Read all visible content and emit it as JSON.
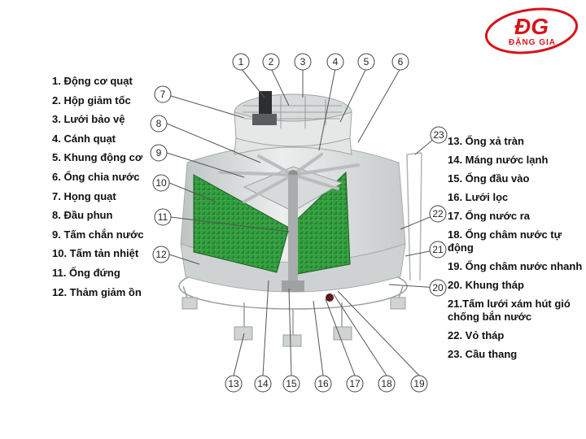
{
  "brand": {
    "logo_text": "ĐẶNG GIA",
    "logo_mark": "ĐG",
    "colors": {
      "red": "#d6141b"
    }
  },
  "legend_left": [
    "1. Động cơ quạt",
    "2. Hộp giảm tốc",
    "3. Lưới bảo vệ",
    "4. Cánh quạt",
    "5. Khung động cơ",
    "6. Ống chia nước",
    "7. Họng quạt",
    "8. Đầu phun",
    "9. Tấm chắn nước",
    "10. Tấm tản nhiệt",
    "11. Ống đứng",
    "12. Thảm giảm ồn"
  ],
  "legend_right": [
    "13. Ống xả tràn",
    "14. Máng nước lạnh",
    "15. Ống đầu vào",
    "16. Lưới lọc",
    "17. Ống nước ra",
    "18. Ống châm nước tự động",
    "19. Ống châm nước nhanh",
    "20. Khung tháp",
    "21.Tấm lưới xám hút gió chống bắn nước",
    "22. Vỏ tháp",
    "23. Cầu thang"
  ],
  "callouts": [
    "1",
    "2",
    "3",
    "4",
    "5",
    "6",
    "7",
    "8",
    "9",
    "10",
    "11",
    "12",
    "13",
    "14",
    "15",
    "16",
    "17",
    "18",
    "19",
    "20",
    "21",
    "22",
    "23"
  ],
  "colors": {
    "fill_green": "#2f9a3a",
    "shell_gray": "#d9dcdc",
    "line": "#555555"
  }
}
